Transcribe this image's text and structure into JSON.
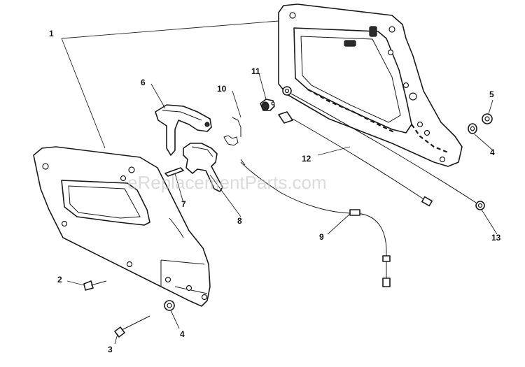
{
  "diagram": {
    "watermark": "eReplacementParts.com",
    "callouts": {
      "c1": "1",
      "c2": "2",
      "c3": "3",
      "c4a": "4",
      "c4b": "4",
      "c5": "5",
      "c6": "6",
      "c7": "7",
      "c8": "8",
      "c9": "9",
      "c10": "10",
      "c11": "11",
      "c12": "12",
      "c13": "13"
    }
  }
}
